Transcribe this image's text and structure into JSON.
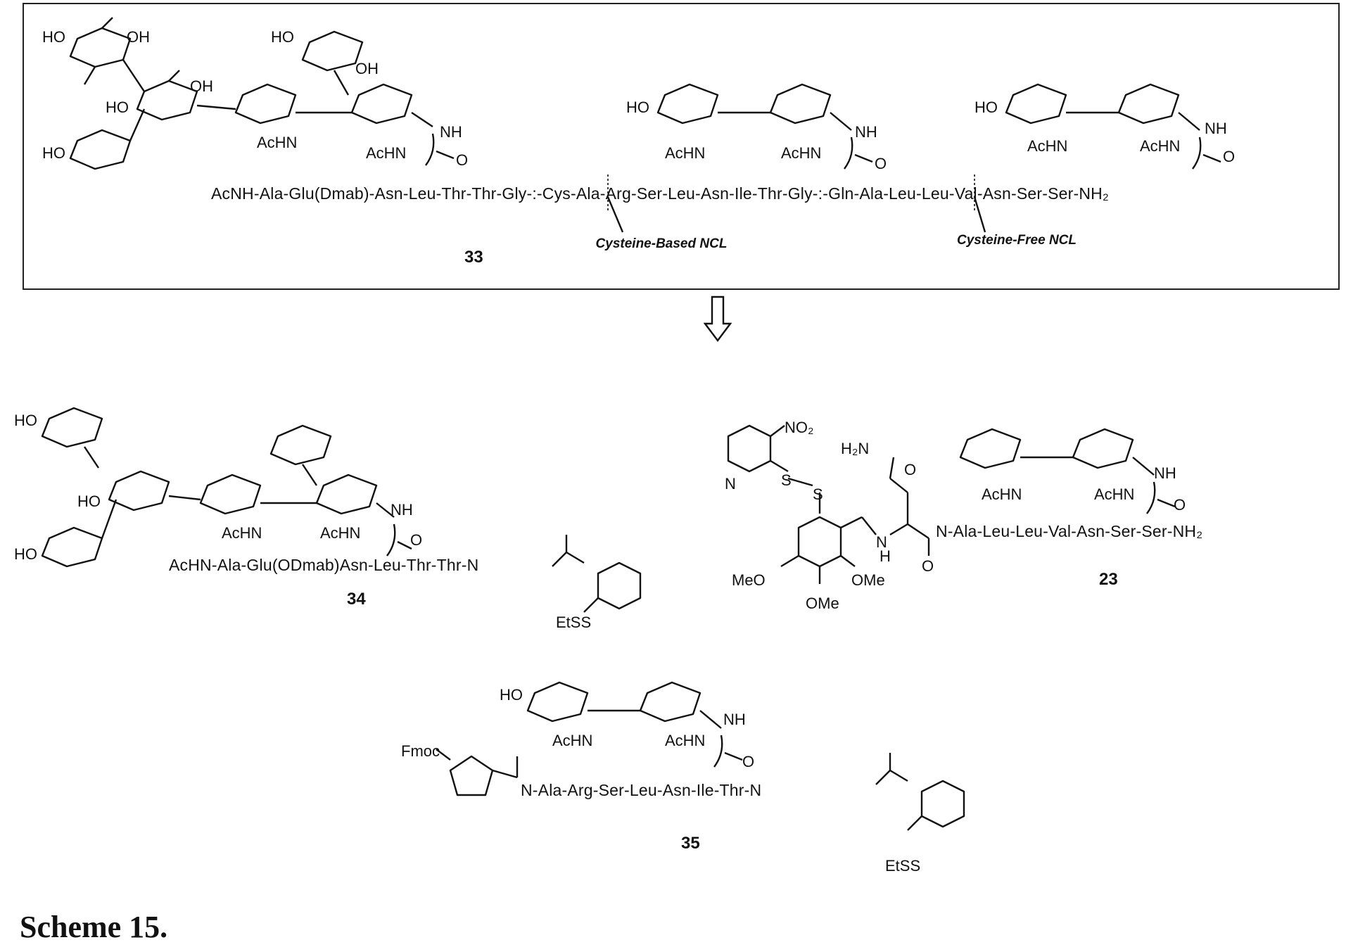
{
  "caption": "Scheme 15.",
  "compound_33": {
    "number": "33",
    "sequence": "AcNH-Ala-Glu(Dmab)-Asn-Leu-Thr-Thr-Gly-:-Cys-Ala-Arg-Ser-Leu-Asn-Ile-Thr-Gly-:-Gln-Ala-Leu-Leu-Val-Asn-Ser-Ser-NH₂",
    "ligation_1": "Cysteine-Based NCL",
    "ligation_2": "Cysteine-Free NCL"
  },
  "compound_34": {
    "number": "34",
    "sequence": "AcHN-Ala-Glu(ODmab)Asn-Leu-Thr-Thr-N",
    "thioester_label": "EtSS"
  },
  "compound_23": {
    "number": "23",
    "sequence": "N-Ala-Leu-Leu-Val-Asn-Ser-Ser-NH₂",
    "labels": [
      "NO₂",
      "N",
      "S",
      "S",
      "H₂N",
      "O",
      "N",
      "H",
      "O",
      "MeO",
      "OMe",
      "OMe"
    ]
  },
  "compound_35": {
    "number": "35",
    "sequence": "N-Ala-Arg-Ser-Leu-Asn-Ile-Thr-N",
    "protecting_group": "Fmoc",
    "thioester_label": "EtSS"
  },
  "sugar_labels": {
    "hydroxyl": "HO",
    "hydroxyl_r": "OH",
    "acetamido": "AcHN",
    "amide_nh": "NH",
    "carbonyl_o": "O"
  },
  "retrosynthesis_arrow": "⇩"
}
